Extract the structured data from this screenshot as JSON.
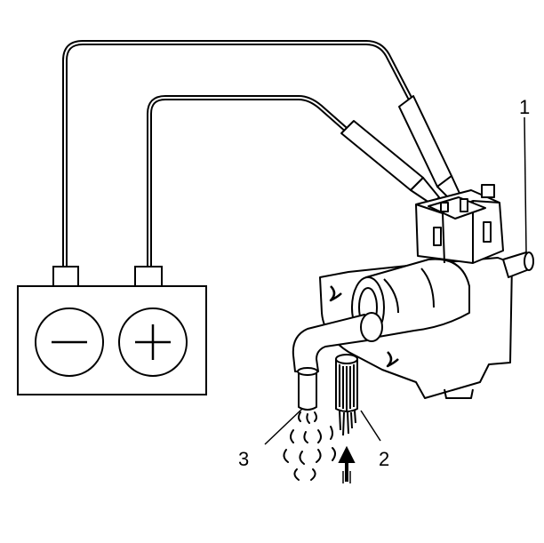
{
  "callouts": {
    "c1": "1",
    "c2": "2",
    "c3": "3"
  },
  "colors": {
    "stroke": "#000000",
    "fill": "#ffffff",
    "shade": "#000000"
  },
  "icons": {
    "battery_negative": "minus-sign",
    "battery_positive": "plus-sign",
    "airflow": "up-arrow"
  }
}
